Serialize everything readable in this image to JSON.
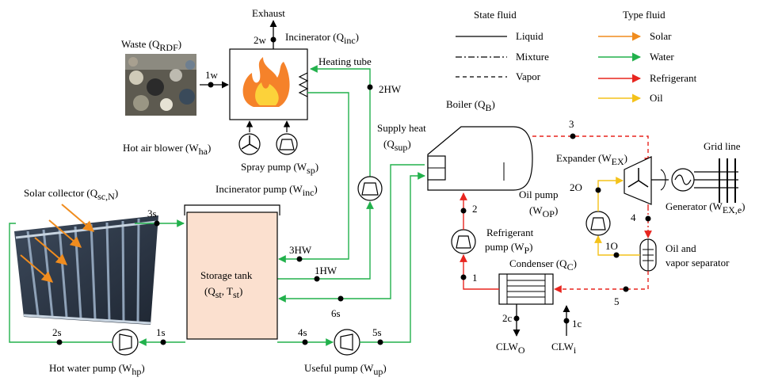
{
  "legend": {
    "state_title": "State fluid",
    "state_items": [
      "Liquid",
      "Mixture",
      "Vapor"
    ],
    "type_title": "Type fluid",
    "type_items": [
      {
        "label": "Solar",
        "color": "#f08c1e"
      },
      {
        "label": "Water",
        "color": "#22b14c"
      },
      {
        "label": "Refrigerant",
        "color": "#e8251f"
      },
      {
        "label": "Oil",
        "color": "#f4c21a"
      }
    ]
  },
  "components": {
    "waste": {
      "main": "Waste (Q",
      "sub": "RDF",
      "end": ")"
    },
    "exhaust": "Exhaust",
    "incinerator": {
      "main": "Incinerator (Q",
      "sub": "inc",
      "end": ")"
    },
    "heating_tube": "Heating tube",
    "hot_air_blower": {
      "main": "Hot air blower (W",
      "sub": "ha",
      "end": ")"
    },
    "spray_pump": {
      "main": "Spray pump (W",
      "sub": "sp",
      "end": ")"
    },
    "incinerator_pump": {
      "main": "Incinerator pump (W",
      "sub": "inc",
      "end": ")"
    },
    "supply_heat_line1": "Supply heat",
    "supply_heat": {
      "main": "(Q",
      "sub": "sup",
      "end": ")"
    },
    "boiler": {
      "main": "Boiler (Q",
      "sub": "B",
      "end": ")"
    },
    "expander": {
      "main": "Expander (W",
      "sub": "EX",
      "end": ")"
    },
    "grid_line": "Grid line",
    "generator": {
      "main": "Generator (W",
      "sub": "EX,e",
      "end": ")"
    },
    "oil_pump_line1": "Oil pump",
    "oil_pump": {
      "main": "(W",
      "sub": "OP",
      "end": ")"
    },
    "refrigerant_pump_line1": "Refrigerant",
    "refrigerant_pump": {
      "main": "pump (W",
      "sub": "P",
      "end": ")"
    },
    "condenser": {
      "main": "Condenser (Q",
      "sub": "C",
      "end": ")"
    },
    "oil_separator_line1": "Oil and",
    "oil_separator_line2": "vapor separator",
    "solar_collector": {
      "main": "Solar collector (Q",
      "sub": "sc,N",
      "end": ")"
    },
    "storage_tank_line1": "Storage tank",
    "storage_tank": {
      "main": "(Q",
      "sub": "st",
      "mid": ", T",
      "sub2": "st",
      "end": ")"
    },
    "hot_water_pump": {
      "main": "Hot water pump (W",
      "sub": "hp",
      "end": ")"
    },
    "useful_pump": {
      "main": "Useful pump (W",
      "sub": "up",
      "end": ")"
    },
    "clw_out": {
      "main": "CLW",
      "sub": "O"
    },
    "clw_in": {
      "main": "CLW",
      "sub": "i"
    }
  },
  "state_points": [
    "1w",
    "2w",
    "2HW",
    "3HW",
    "1HW",
    "3s",
    "2s",
    "1s",
    "4s",
    "5s",
    "6s",
    "1",
    "2",
    "3",
    "4",
    "5",
    "1O",
    "2O",
    "1c",
    "2c"
  ]
}
